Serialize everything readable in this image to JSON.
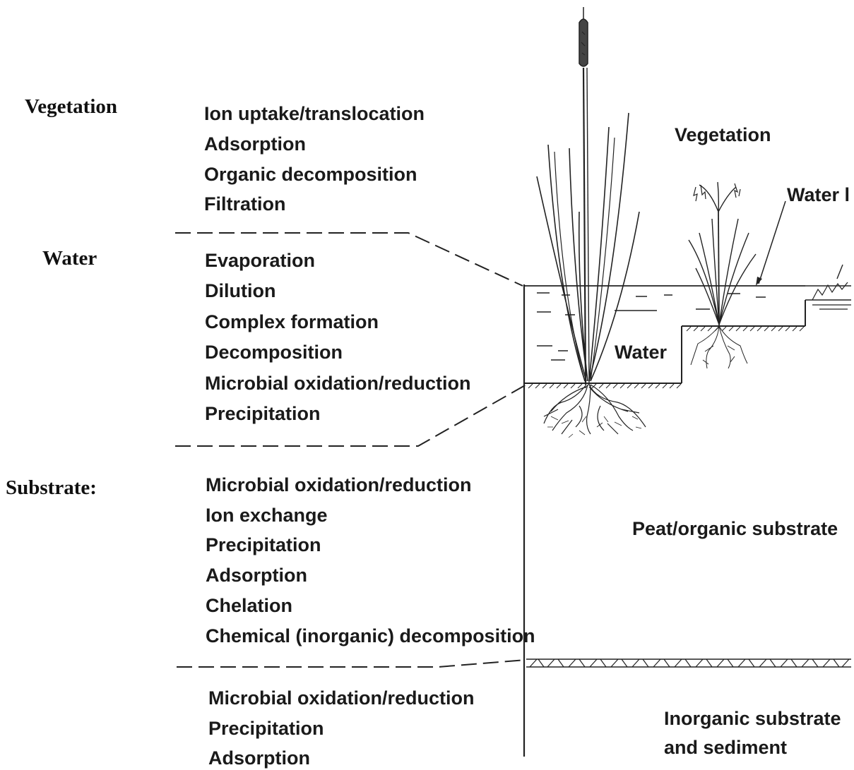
{
  "zones": {
    "vegetation": {
      "label": "Vegetation",
      "processes": [
        "Ion uptake/translocation",
        "Adsorption",
        "Organic decomposition",
        "Filtration"
      ]
    },
    "water": {
      "label": "Water",
      "processes": [
        "Evaporation",
        "Dilution",
        "Complex formation",
        "Decomposition",
        "Microbial oxidation/reduction",
        "Precipitation"
      ]
    },
    "substrate": {
      "label": "Substrate:",
      "processes": [
        "Microbial oxidation/reduction",
        "Ion exchange",
        "Precipitation",
        "Adsorption",
        "Chelation",
        "Chemical (inorganic) decomposition"
      ]
    },
    "sediment": {
      "processes": [
        "Microbial oxidation/reduction",
        "Precipitation",
        "Adsorption"
      ]
    }
  },
  "illustration": {
    "vegetation_label": "Vegetation",
    "water_level_label": "Water l",
    "water_label": "Water",
    "peat_label": "Peat/organic substrate",
    "inorganic_label_line1": "Inorganic substrate",
    "inorganic_label_line2": "and sediment"
  }
}
